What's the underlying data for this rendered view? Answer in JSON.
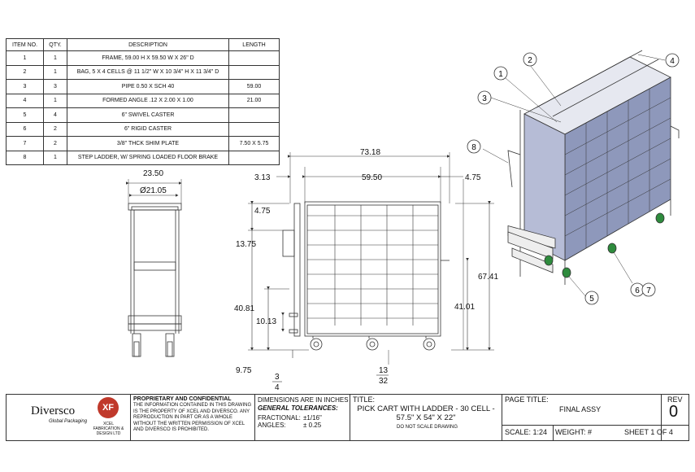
{
  "bom": {
    "headers": [
      "ITEM NO.",
      "QTY.",
      "DESCRIPTION",
      "LENGTH"
    ],
    "rows": [
      {
        "item": "1",
        "qty": "1",
        "desc": "FRAME, 59.00 H X 59.50 W X 26\" D",
        "len": ""
      },
      {
        "item": "2",
        "qty": "1",
        "desc": "BAG, 5 X 4 CELLS @ 11 1/2\" W X 10 3/4\" H X 11 3/4\" D",
        "len": ""
      },
      {
        "item": "3",
        "qty": "3",
        "desc": "PIPE 0.50 X SCH 40",
        "len": "59.00"
      },
      {
        "item": "4",
        "qty": "1",
        "desc": "FORMED ANGLE .12 X 2.00 X 1.00",
        "len": "21.00"
      },
      {
        "item": "5",
        "qty": "4",
        "desc": "6\" SWIVEL CASTER",
        "len": ""
      },
      {
        "item": "6",
        "qty": "2",
        "desc": "6\" RIGID CASTER",
        "len": ""
      },
      {
        "item": "7",
        "qty": "2",
        "desc": "3/8\" THCK SHIM PLATE",
        "len": "7.50 X 5.75"
      },
      {
        "item": "8",
        "qty": "1",
        "desc": "STEP LADDER, W/ SPRING LOADED FLOOR BRAKE",
        "len": ""
      }
    ]
  },
  "dimensions": {
    "side_width": "23.50",
    "side_diameter": "Ø21.05",
    "overall_length": "73.18",
    "left_offset": "3.13",
    "frame_width": "59.50",
    "right_offset": "4.75",
    "handle_offset": "4.75",
    "handle_height": "13.75",
    "overall_height": "67.41",
    "ladder_height": "40.81",
    "shelf_height": "41.01",
    "step_height": "10.13",
    "floor_clear": "9.75",
    "frac_a_num": "3",
    "frac_a_den": "4",
    "frac_b_num": "13",
    "frac_b_den": "32"
  },
  "balloons": [
    "1",
    "2",
    "3",
    "4",
    "5",
    "6",
    "7",
    "8"
  ],
  "title_block": {
    "company": "Diversco",
    "company_sub": "Global Packaging",
    "logo_mark": "XF",
    "logo_sub": "XCEL FABRICATION & DESIGN LTD",
    "prop_title": "PROPRIETARY AND CONFIDENTIAL",
    "prop_text": "THE INFORMATION CONTAINED IN THIS DRAWING IS THE PROPERTY OF XCEL AND DIVERSCO. ANY REPRODUCTION IN PART OR AS A WHOLE WITHOUT THE WRITTEN PERMISSION OF XCEL AND DIVERSCO IS PROHIBITED.",
    "dims_in": "DIMENSIONS ARE IN INCHES",
    "gen_tol": "GENERAL TOLERANCES:",
    "fractional_label": "FRACTIONAL:",
    "fractional_val": "±1/16\"",
    "angles_label": "ANGLES:",
    "angles_val": "± 0.25",
    "title_label": "TITLE:",
    "title": "PICK CART WITH LADDER - 30 CELL - 57.5\" X 54\" X 22\"",
    "do_not_scale": "DO NOT SCALE DRAWING",
    "page_title_label": "PAGE TITLE:",
    "page_title": "FINAL ASSY",
    "scale": "SCALE: 1:24",
    "weight": "WEIGHT: #",
    "rev_label": "REV",
    "rev": "0",
    "sheet": "SHEET 1 OF 4"
  },
  "colors": {
    "line": "#333333",
    "wheel_green": "#2e8b3d",
    "bin_fill": "#9aa3c2"
  }
}
